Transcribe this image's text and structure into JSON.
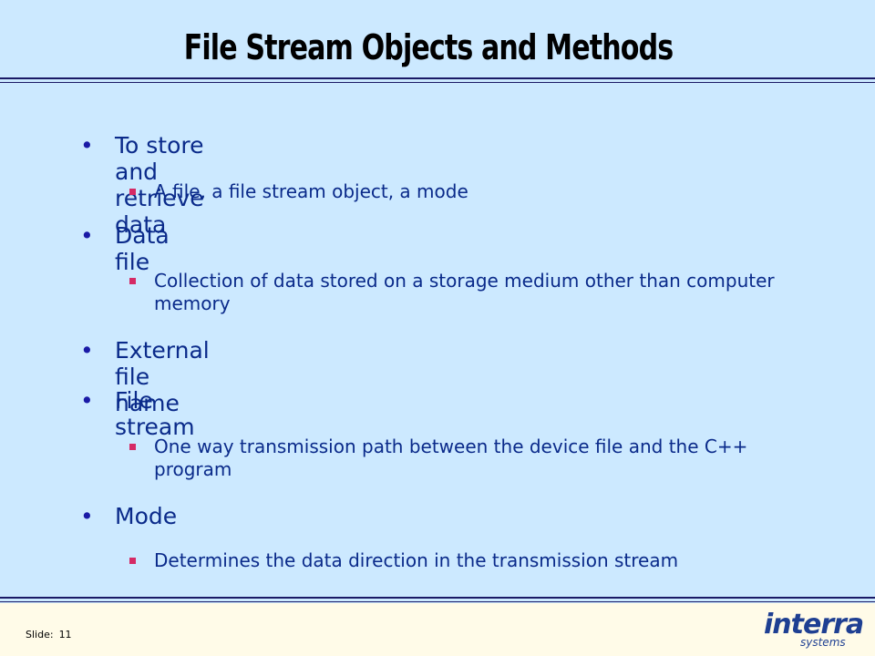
{
  "title": "File Stream Objects and Methods",
  "bullets": [
    {
      "text": "To store and retrieve data",
      "sub": [
        "A file, a file stream object, a mode"
      ]
    },
    {
      "text": "Data file",
      "sub": [
        "Collection of data stored on a storage medium other than computer memory"
      ]
    },
    {
      "text": "External file name",
      "sub": []
    },
    {
      "text": "File stream",
      "sub": [
        "One way transmission path between the device file and the C++ program"
      ]
    },
    {
      "text": "Mode",
      "sub": [
        "Determines the data direction in the transmission stream"
      ]
    }
  ],
  "footer": {
    "slide_label": "Slide:",
    "slide_number": "11"
  },
  "logo": {
    "main": "interra",
    "sub": "systems"
  },
  "colors": {
    "background": "#cce9ff",
    "footer_background": "#fffbe8",
    "text": "#0a2a8a",
    "sub_bullet": "#d52a65",
    "logo": "#1e3f92"
  }
}
